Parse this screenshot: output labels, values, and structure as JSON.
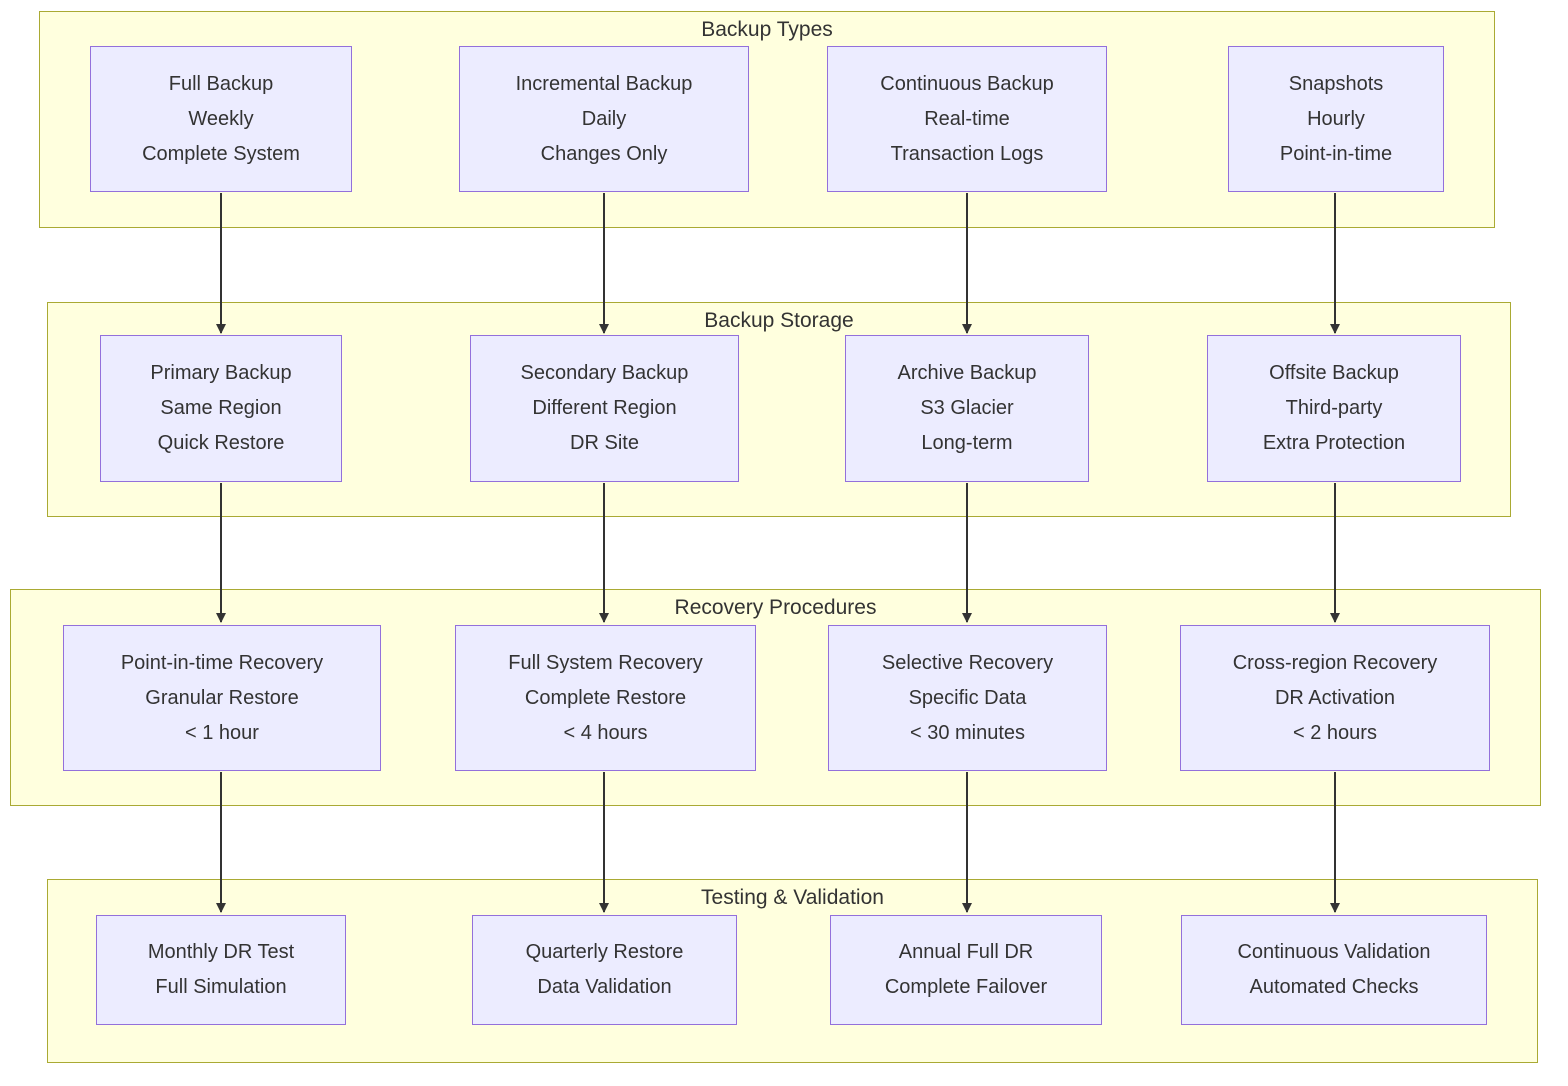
{
  "colors": {
    "cluster_fill": "#ffffde",
    "cluster_border": "#aaaa33",
    "node_fill": "#ececff",
    "node_border": "#9370db",
    "text": "#333333",
    "arrow": "#333333"
  },
  "sections": [
    {
      "title": "Backup Types",
      "nodes": [
        {
          "lines": [
            "Full Backup",
            "Weekly",
            "Complete System"
          ]
        },
        {
          "lines": [
            "Incremental Backup",
            "Daily",
            "Changes Only"
          ]
        },
        {
          "lines": [
            "Continuous Backup",
            "Real-time",
            "Transaction Logs"
          ]
        },
        {
          "lines": [
            "Snapshots",
            "Hourly",
            "Point-in-time"
          ]
        }
      ]
    },
    {
      "title": "Backup Storage",
      "nodes": [
        {
          "lines": [
            "Primary Backup",
            "Same Region",
            "Quick Restore"
          ]
        },
        {
          "lines": [
            "Secondary Backup",
            "Different Region",
            "DR Site"
          ]
        },
        {
          "lines": [
            "Archive Backup",
            "S3 Glacier",
            "Long-term"
          ]
        },
        {
          "lines": [
            "Offsite Backup",
            "Third-party",
            "Extra Protection"
          ]
        }
      ]
    },
    {
      "title": "Recovery Procedures",
      "nodes": [
        {
          "lines": [
            "Point-in-time Recovery",
            "Granular Restore",
            "< 1 hour"
          ]
        },
        {
          "lines": [
            "Full System Recovery",
            "Complete Restore",
            "< 4 hours"
          ]
        },
        {
          "lines": [
            "Selective Recovery",
            "Specific Data",
            "< 30 minutes"
          ]
        },
        {
          "lines": [
            "Cross-region Recovery",
            "DR Activation",
            "< 2 hours"
          ]
        }
      ]
    },
    {
      "title": "Testing & Validation",
      "nodes": [
        {
          "lines": [
            "Monthly DR Test",
            "Full Simulation"
          ]
        },
        {
          "lines": [
            "Quarterly Restore",
            "Data Validation"
          ]
        },
        {
          "lines": [
            "Annual Full DR",
            "Complete Failover"
          ]
        },
        {
          "lines": [
            "Continuous Validation",
            "Automated Checks"
          ]
        }
      ]
    }
  ]
}
